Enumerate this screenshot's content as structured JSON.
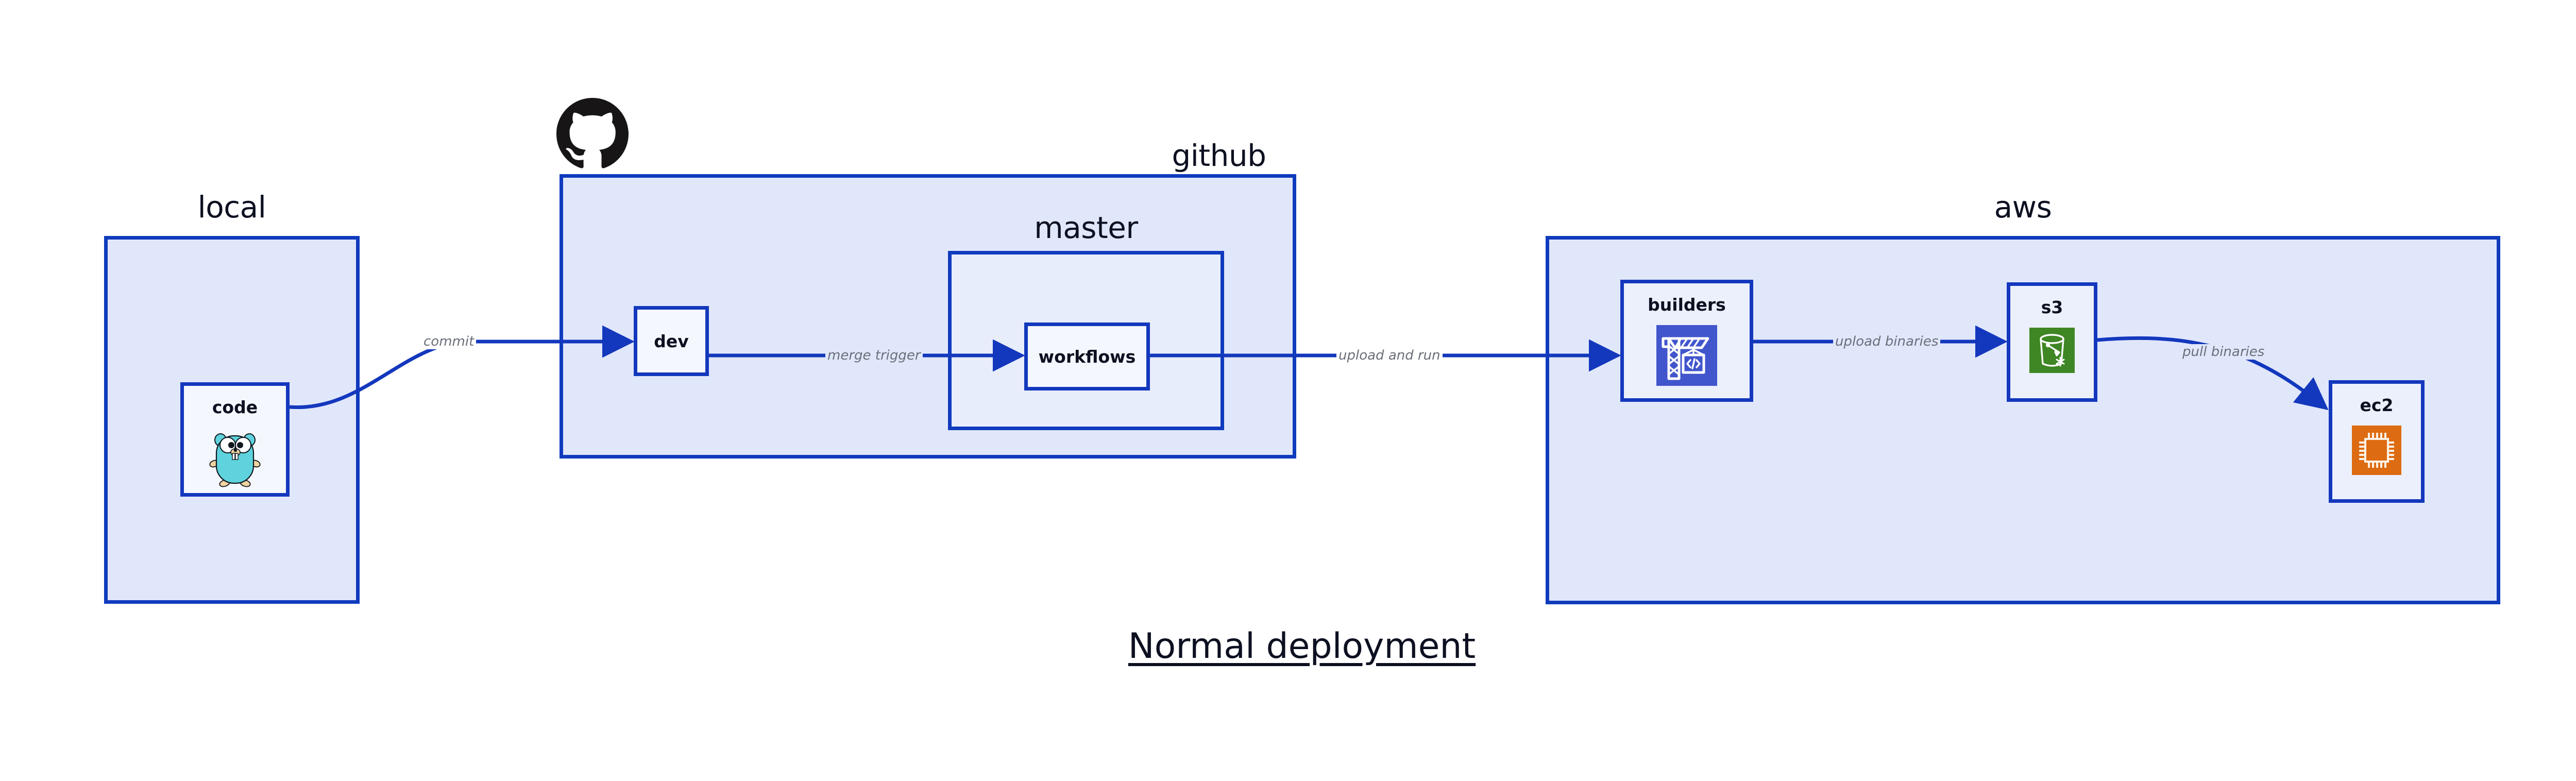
{
  "title": "Normal deployment",
  "colors": {
    "border": "#1338bd",
    "group_fill": "#e1e7fb",
    "node_fill": "#ebf0fc",
    "arrow": "#1338bd",
    "edge_label": "#6b6f7a",
    "text": "#0c1020",
    "builders_icon_bg": "#4155cc",
    "s3_icon_bg": "#3f8624",
    "ec2_icon_bg": "#dd6b11",
    "gopher_body": "#5fd3dd",
    "github_logo": "#171515"
  },
  "groups": [
    {
      "id": "local",
      "label": "local"
    },
    {
      "id": "github",
      "label": "github"
    },
    {
      "id": "master",
      "label": "master"
    },
    {
      "id": "aws",
      "label": "aws"
    }
  ],
  "nodes": [
    {
      "id": "code",
      "label": "code",
      "icon": "go-gopher-icon"
    },
    {
      "id": "dev",
      "label": "dev",
      "icon": null
    },
    {
      "id": "workflows",
      "label": "workflows",
      "icon": null
    },
    {
      "id": "builders",
      "label": "builders",
      "icon": "aws-codebuild-crane-icon"
    },
    {
      "id": "s3",
      "label": "s3",
      "icon": "aws-s3-bucket-icon"
    },
    {
      "id": "ec2",
      "label": "ec2",
      "icon": "aws-ec2-chip-icon"
    }
  ],
  "edges": [
    {
      "id": "commit",
      "label": "commit",
      "from": "code",
      "to": "dev"
    },
    {
      "id": "merge-trigger",
      "label": "merge trigger",
      "from": "dev",
      "to": "workflows"
    },
    {
      "id": "upload-and-run",
      "label": "upload and run",
      "from": "workflows",
      "to": "builders"
    },
    {
      "id": "upload-binaries",
      "label": "upload binaries",
      "from": "builders",
      "to": "s3"
    },
    {
      "id": "pull-binaries",
      "label": "pull binaries",
      "from": "s3",
      "to": "ec2"
    }
  ],
  "icons": {
    "github_logo": "github-mark-icon"
  }
}
